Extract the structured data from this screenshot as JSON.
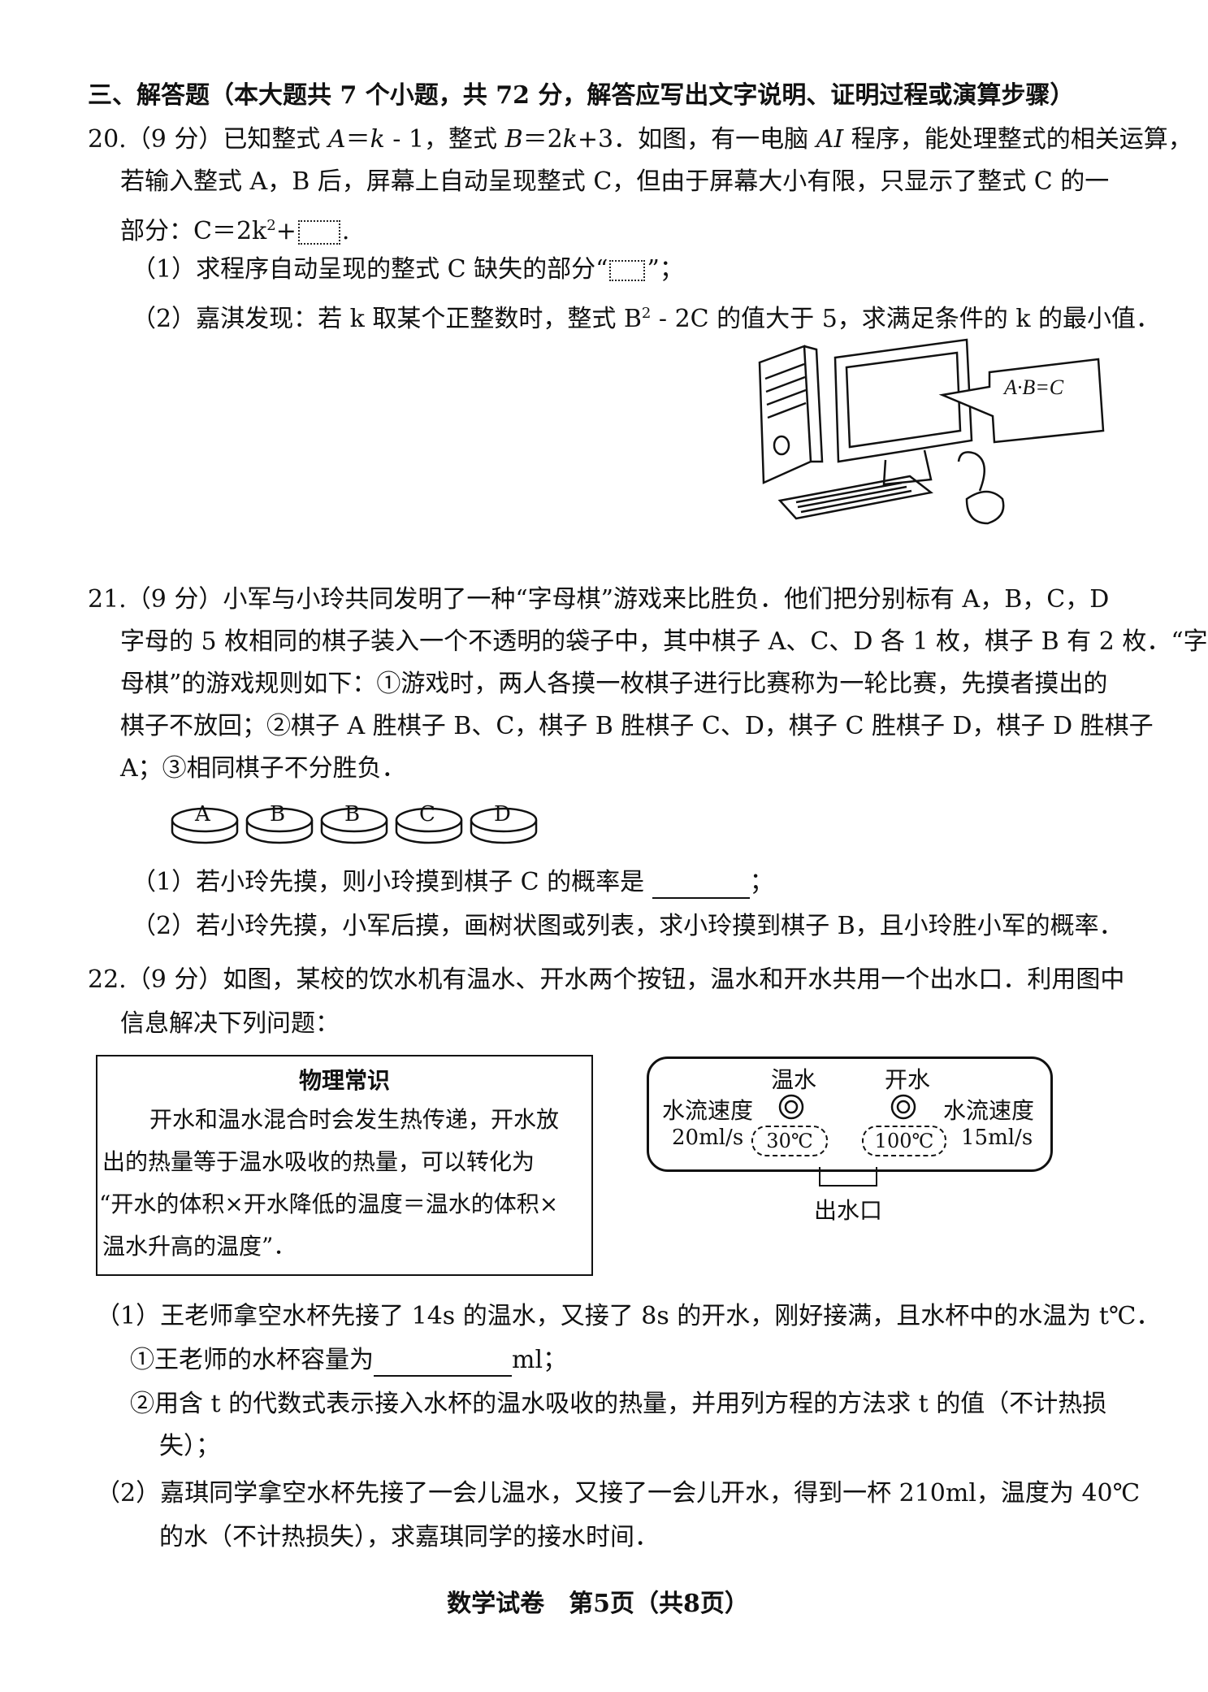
{
  "section": {
    "title": "三、解答题（本大题共 7 个小题，共 72 分，解答应写出文字说明、证明过程或演算步骤）"
  },
  "q20": {
    "number": "20.",
    "score": "（9 分）",
    "line1_a": "已知整式 ",
    "line1_b": "A",
    "line1_c": "＝",
    "line1_d": "k",
    "line1_e": " - 1，整式 ",
    "line1_f": "B",
    "line1_g": "＝2",
    "line1_h": "k",
    "line1_i": "+3．如图，有一电脑 ",
    "line1_j": "AI",
    "line1_k": " 程序，能处理整式的相关运算，",
    "line2": "若输入整式 A，B 后，屏幕上自动呈现整式 C，但由于屏幕大小有限，只显示了整式 C 的一",
    "line3_a": "部分：C＝2k",
    "line3_sup": "2",
    "line3_b": "+",
    "line3_c": ".",
    "part1_a": "（1）求程序自动呈现的整式 C 缺失的部分“",
    "part1_b": "”；",
    "part2_a": "（2）嘉淇发现：若 k 取某个正整数时，整式 B",
    "part2_sup": "2",
    "part2_b": " - 2C 的值大于 5，求满足条件的 k 的最小值．",
    "screen_text": "A·B=C"
  },
  "q21": {
    "line1": "21.（9 分）小军与小玲共同发明了一种“字母棋”游戏来比胜负．他们把分别标有 A，B，C，D",
    "line2": "字母的 5 枚相同的棋子装入一个不透明的袋子中，其中棋子 A、C、D 各 1 枚，棋子 B 有 2 枚．“字",
    "line3": "母棋”的游戏规则如下：①游戏时，两人各摸一枚棋子进行比赛称为一轮比赛，先摸者摸出的",
    "line4": "棋子不放回；②棋子 A 胜棋子 B、C，棋子 B 胜棋子 C、D，棋子 C 胜棋子 D，棋子 D 胜棋子",
    "line5": "A；③相同棋子不分胜负．",
    "pieces": [
      "A",
      "B",
      "B",
      "C",
      "D"
    ],
    "part1_a": "（1）若小玲先摸，则小玲摸到棋子 C 的概率是 ",
    "part1_b": "；",
    "part2": "（2）若小玲先摸，小军后摸，画树状图或列表，求小玲摸到棋子 B，且小玲胜小军的概率．"
  },
  "q22": {
    "line1": "22.（9 分）如图，某校的饮水机有温水、开水两个按钮，温水和开水共用一个出水口．利用图中",
    "line2": "信息解决下列问题：",
    "box_title": "物理常识",
    "box_line1": "开水和温水混合时会发生热传递，开水放",
    "box_line2": "出的热量等于温水吸收的热量，可以转化为",
    "box_line3": "“开水的体积×开水降低的温度＝温水的体积×",
    "box_line4": "温水升高的温度”．",
    "machine": {
      "warm_label": "温水",
      "hot_label": "开水",
      "left_speed_label": "水流速度",
      "left_speed_value": "20ml/s",
      "right_speed_label": "水流速度",
      "right_speed_value": "15ml/s",
      "warm_temp": "30℃",
      "hot_temp": "100℃",
      "outlet_label": "出水口"
    },
    "part1": "（1）王老师拿空水杯先接了 14s 的温水，又接了 8s 的开水，刚好接满，且水杯中的水温为 t℃．",
    "part1_sub1_a": "①王老师的水杯容量为",
    "part1_sub1_b": "ml；",
    "part1_sub2_line1": "②用含 t 的代数式表示接入水杯的温水吸收的热量，并用列方程的方法求 t 的值（不计热损",
    "part1_sub2_line2": "失）；",
    "part2_line1": "（2）嘉琪同学拿空水杯先接了一会儿温水，又接了一会儿开水，得到一杯 210ml，温度为 40℃",
    "part2_line2": "的水（不计热损失），求嘉琪同学的接水时间．"
  },
  "footer": {
    "text": "数学试卷　第5页（共8页）"
  }
}
